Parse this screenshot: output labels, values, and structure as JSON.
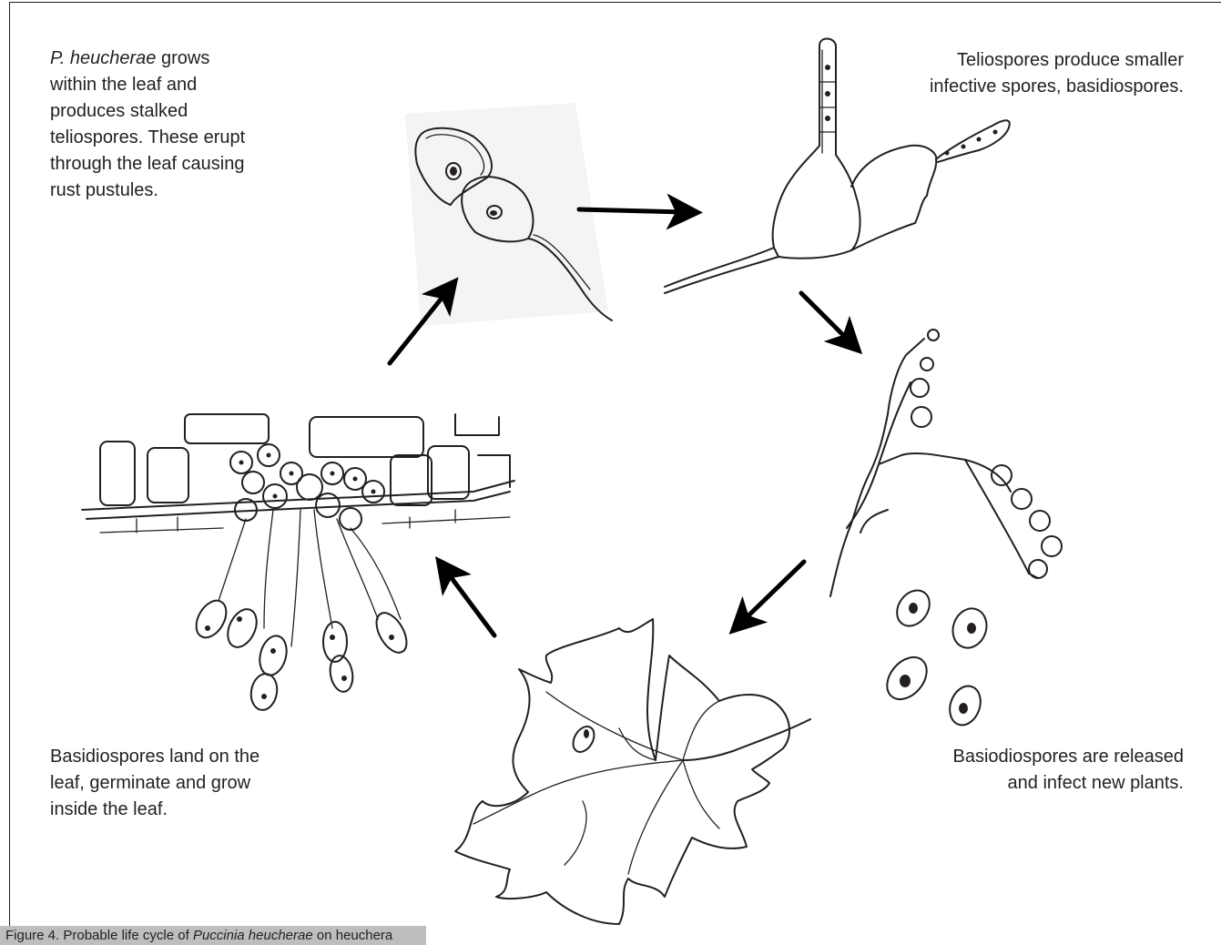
{
  "steps": {
    "teliospores_growth": {
      "italic": "P. heucherae",
      "text": " grows within the leaf and produces stalked teliospores. These erupt through the leaf causing rust pustules."
    },
    "basidiospore_production": {
      "text": "Teliospores produce smaller infective spores, basidiospores."
    },
    "release": {
      "text": "Basiodiospores are released and infect new plants."
    },
    "infection": {
      "text": "Basidiospores land on the leaf, germinate and grow inside the leaf."
    }
  },
  "caption": {
    "prefix": "Figure 4. Probable life cycle of ",
    "italic": "Puccinia heucherae",
    "suffix": " on heuchera"
  }
}
